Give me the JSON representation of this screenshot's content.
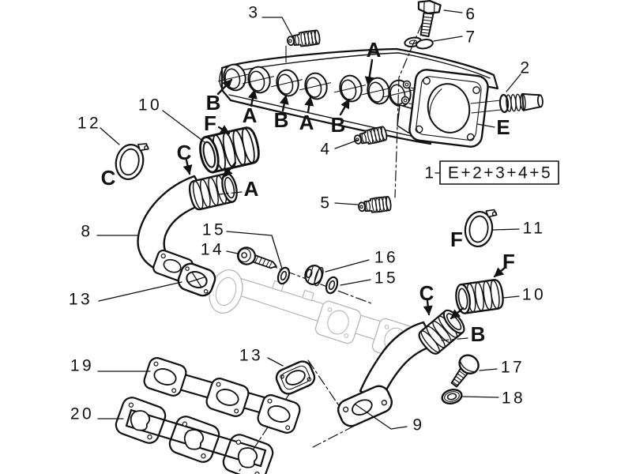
{
  "figure": {
    "type": "exploded-parts-diagram",
    "subject": "engine intake manifold and hose assembly",
    "background_color": "#ffffff",
    "line_color": "#111111",
    "ghost_part_color": "#b5b5b5"
  },
  "labels": {
    "numbers": {
      "n1": "1",
      "n2": "2",
      "n3": "3",
      "n4": "4",
      "n5": "5",
      "n6": "6",
      "n7": "7",
      "n8": "8",
      "n9": "9",
      "n10a": "10",
      "n10b": "10",
      "n11": "11",
      "n12": "12",
      "n13a": "13",
      "n13b": "13",
      "n14": "14",
      "n15a": "15",
      "n15b": "15",
      "n16": "16",
      "n17": "17",
      "n18": "18",
      "n19": "19",
      "n20": "20"
    },
    "letters": {
      "a1": "A",
      "a2": "A",
      "a3": "A",
      "a4": "A",
      "b1": "B",
      "b2": "B",
      "b3": "B",
      "b4": "B",
      "c1": "C",
      "c2": "C",
      "c3": "C",
      "e1": "E",
      "f1": "F",
      "f2": "F",
      "f3": "F"
    },
    "formula": {
      "index": "1",
      "box": "E+2+3+4+5"
    }
  }
}
